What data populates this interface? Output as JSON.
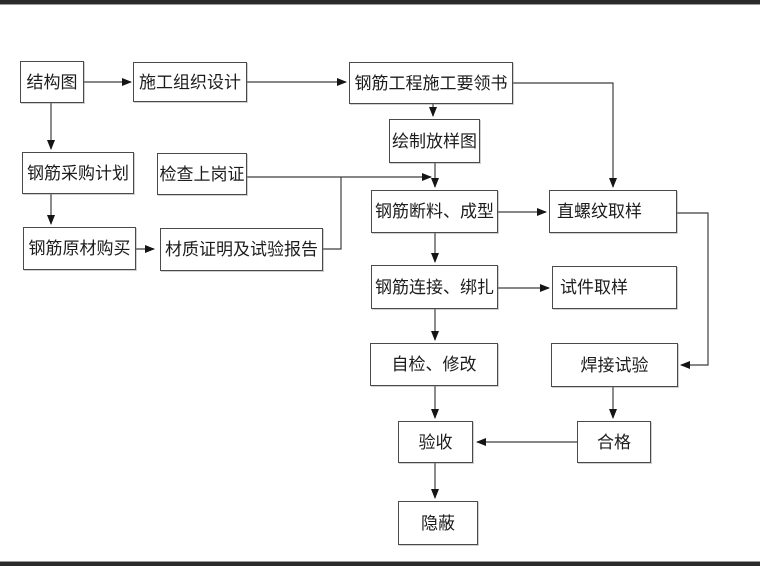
{
  "page": {
    "background_color": "#ffffff",
    "rule_color": "#2a2a2a",
    "box_border_color": "#4a4a4a",
    "line_color": "#3f3f3f",
    "text_color": "#1c1c1c"
  },
  "diagram": {
    "type": "flowchart",
    "language": "zh-CN",
    "nodes": {
      "structural_drawing": {
        "label": "结构图"
      },
      "construction_org_design": {
        "label": "施工组织设计"
      },
      "rebar_construction_manual": {
        "label": "钢筋工程施工要领书"
      },
      "rebar_procurement_plan": {
        "label": "钢筋采购计划"
      },
      "check_work_permit": {
        "label": "检查上岗证"
      },
      "rebar_raw_material_purchase": {
        "label": "钢筋原材购买"
      },
      "material_cert_and_test_report": {
        "label": "材质证明及试验报告"
      },
      "draw_lofting_drawing": {
        "label": "绘制放样图"
      },
      "rebar_cutting_forming": {
        "label": "钢筋断料、成型"
      },
      "straight_thread_sampling": {
        "label": "直螺纹取样"
      },
      "rebar_connecting_binding": {
        "label": "钢筋连接、绑扎"
      },
      "specimen_sampling": {
        "label": "试件取样"
      },
      "self_check_modify": {
        "label": "自检、修改"
      },
      "welding_test": {
        "label": "焊接试验"
      },
      "acceptance": {
        "label": "验收"
      },
      "qualified": {
        "label": "合格"
      },
      "concealment": {
        "label": "隐蔽"
      }
    },
    "edges": [
      {
        "from": "structural_drawing",
        "to": "construction_org_design"
      },
      {
        "from": "construction_org_design",
        "to": "rebar_construction_manual"
      },
      {
        "from": "structural_drawing",
        "to": "rebar_procurement_plan"
      },
      {
        "from": "rebar_procurement_plan",
        "to": "rebar_raw_material_purchase"
      },
      {
        "from": "rebar_raw_material_purchase",
        "to": "material_cert_and_test_report"
      },
      {
        "from": "rebar_construction_manual",
        "to": "draw_lofting_drawing"
      },
      {
        "from": "rebar_construction_manual",
        "to": "straight_thread_sampling"
      },
      {
        "from": "draw_lofting_drawing",
        "to": "rebar_cutting_forming"
      },
      {
        "from": "check_work_permit",
        "to": "rebar_cutting_forming"
      },
      {
        "from": "material_cert_and_test_report",
        "to": "rebar_cutting_forming"
      },
      {
        "from": "rebar_cutting_forming",
        "to": "straight_thread_sampling"
      },
      {
        "from": "rebar_cutting_forming",
        "to": "rebar_connecting_binding"
      },
      {
        "from": "rebar_connecting_binding",
        "to": "specimen_sampling"
      },
      {
        "from": "rebar_connecting_binding",
        "to": "self_check_modify"
      },
      {
        "from": "straight_thread_sampling",
        "to": "welding_test"
      },
      {
        "from": "welding_test",
        "to": "qualified"
      },
      {
        "from": "qualified",
        "to": "acceptance"
      },
      {
        "from": "self_check_modify",
        "to": "acceptance"
      },
      {
        "from": "acceptance",
        "to": "concealment"
      }
    ]
  }
}
